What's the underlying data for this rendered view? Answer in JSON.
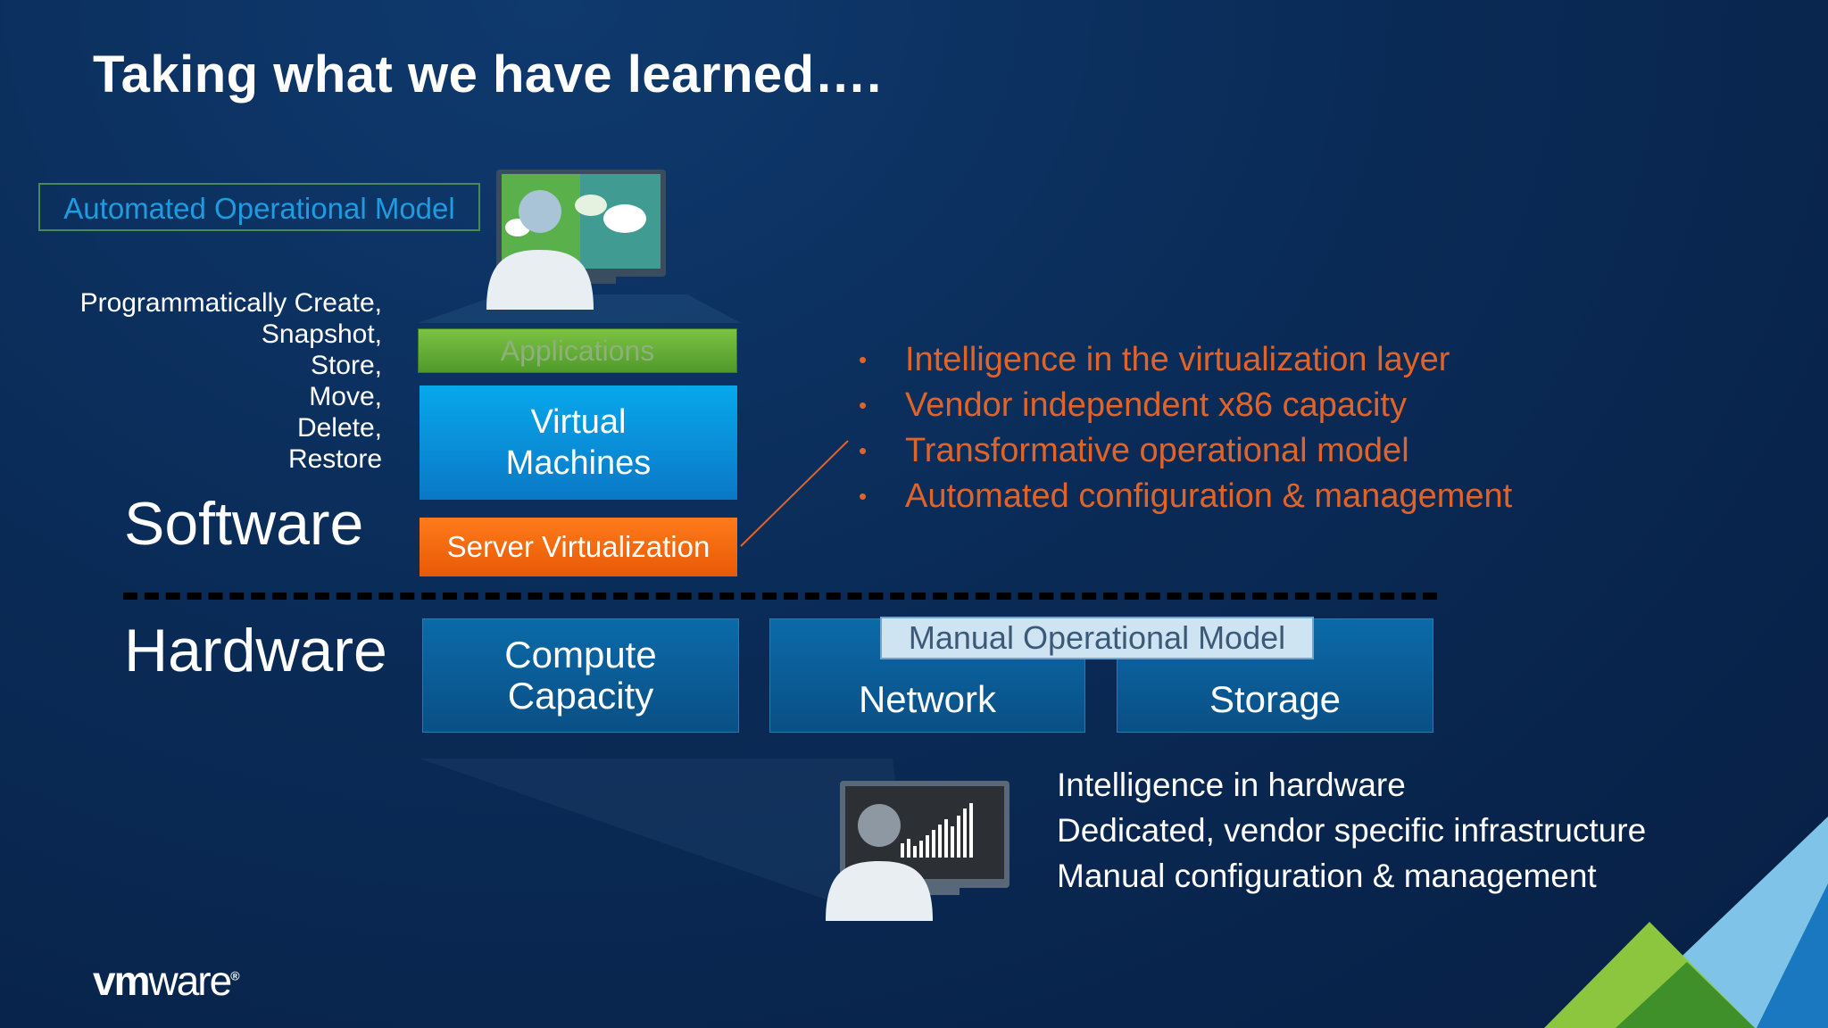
{
  "title": "Taking what we have learned….",
  "automated_model_label": "Automated Operational Model",
  "operations": [
    "Programmatically Create,",
    "Snapshot,",
    "Store,",
    "Move,",
    "Delete,",
    "Restore"
  ],
  "software_label": "Software",
  "hardware_label": "Hardware",
  "software_stack": {
    "applications": "Applications",
    "virtual_machines_line1": "Virtual",
    "virtual_machines_line2": "Machines",
    "server_virtualization": "Server Virtualization"
  },
  "hardware_stack": {
    "compute_line1": "Compute",
    "compute_line2": "Capacity",
    "network": "Network",
    "storage": "Storage",
    "manual_model_label": "Manual Operational Model"
  },
  "virtualization_benefits": [
    "Intelligence in the virtualization layer",
    "Vendor independent x86 capacity",
    "Transformative operational model",
    "Automated configuration & management"
  ],
  "hardware_traits": [
    "Intelligence in hardware",
    "Dedicated, vendor specific infrastructure",
    "Manual configuration & management"
  ],
  "logo": {
    "bold": "vm",
    "light": "ware",
    "mark": "®"
  },
  "colors": {
    "background": "#0a2b57",
    "applications": "#6bb83a",
    "virtual_machines": "#0a8fd8",
    "server_virtualization": "#f36b12",
    "hardware_blocks": "#0a5e9a",
    "bullet_text": "#e0642a",
    "automated_label": "#1f9be0"
  },
  "bullet_icon": "bullet-dot-icon"
}
